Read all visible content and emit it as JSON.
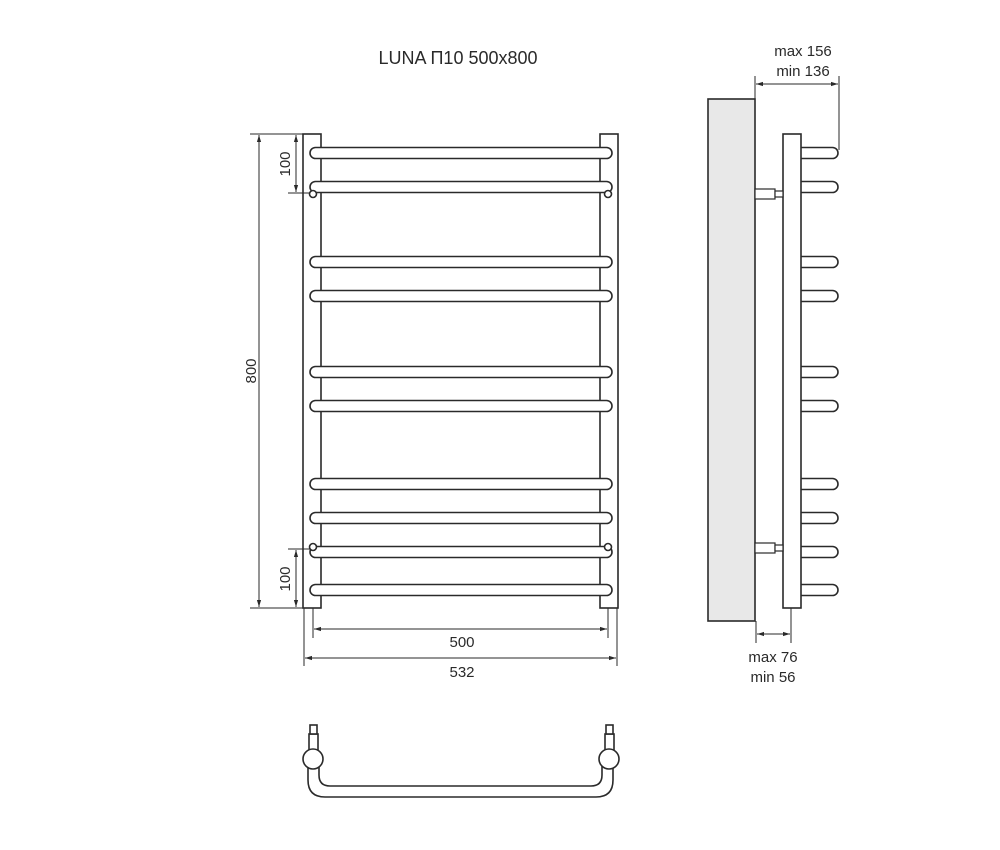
{
  "title": "LUNA П10 500x800",
  "dimensions": {
    "height": "800",
    "top_spacing": "100",
    "bottom_spacing": "100",
    "inner_width": "500",
    "outer_width": "532",
    "depth_max": "max 156",
    "depth_min": "min 136",
    "wall_gap_max": "max 76",
    "wall_gap_min": "min 56"
  },
  "colors": {
    "line": "#2a2a2a",
    "wall": "#e8e8e8"
  }
}
